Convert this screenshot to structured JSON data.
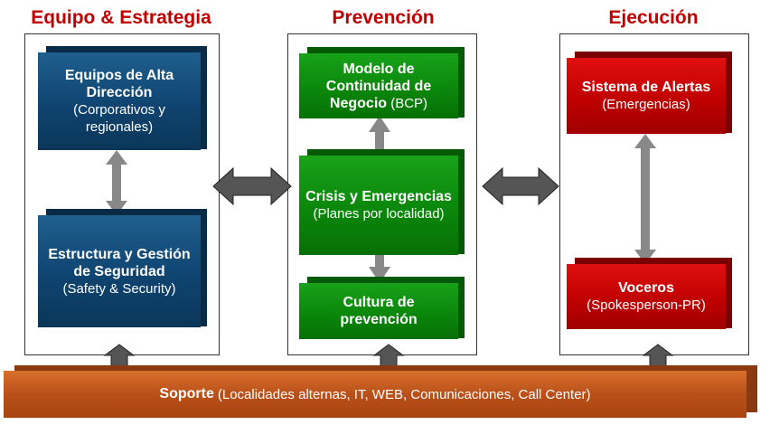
{
  "columns": [
    {
      "title": "Equipo & Estrategia"
    },
    {
      "title": "Prevención"
    },
    {
      "title": "Ejecución"
    }
  ],
  "blocks": {
    "equipos": {
      "bold": "Equipos de Alta Dirección",
      "normal": "(Corporativos y regionales)"
    },
    "estructura": {
      "bold": "Estructura y Gestión de Seguridad",
      "normal": "(Safety & Security)"
    },
    "modelo": {
      "bold": "Modelo de Continuidad de Negocio",
      "normal": "(BCP)"
    },
    "crisis": {
      "bold": "Crisis y Emergencias",
      "normal": "(Planes por localidad)"
    },
    "cultura": {
      "bold": "Cultura de prevención",
      "normal": ""
    },
    "alertas": {
      "bold": "Sistema de Alertas",
      "normal": "(Emergencias)"
    },
    "voceros": {
      "bold": "Voceros",
      "normal": "(Spokesperson-PR)"
    }
  },
  "support": {
    "bold": "Soporte",
    "normal": "(Localidades alternas, IT, WEB, Comunicaciones, Call Center)"
  },
  "colors": {
    "title": "#c00000",
    "blue": "#0f4470",
    "green": "#0b870b",
    "red": "#c00000",
    "support": "#b9501a",
    "arrow": "#808080"
  }
}
